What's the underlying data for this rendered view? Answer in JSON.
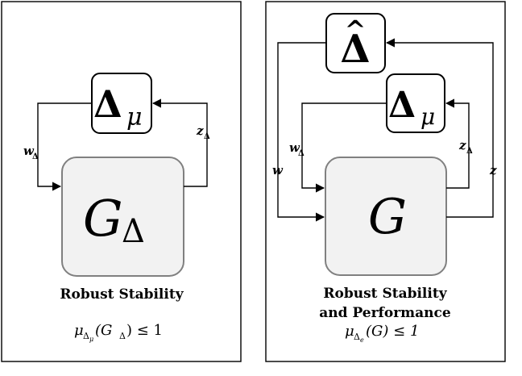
{
  "left_panel": {
    "caption": "Robust Stability",
    "uncertainty_block": {
      "symbol": "Δ",
      "subscript": "μ"
    },
    "plant_block": {
      "symbol": "G",
      "subscript": "Δ"
    },
    "signal_w": {
      "symbol": "w",
      "subscript": "Δ"
    },
    "signal_z": {
      "symbol": "z",
      "subscript": "Δ"
    },
    "condition": {
      "mu": "μ",
      "sub_delta": "Δ",
      "sub_sub": "μ",
      "argument": "(G",
      "arg_sub": "Δ",
      "rel": ") ≤ 1"
    }
  },
  "right_panel": {
    "caption_line1": "Robust Stability",
    "caption_line2": "and Performance",
    "performance_block": {
      "symbol": "Δ",
      "accent": "^"
    },
    "uncertainty_block": {
      "symbol": "Δ",
      "subscript": "μ"
    },
    "plant_block": {
      "symbol": "G"
    },
    "signal_w_delta": {
      "symbol": "w",
      "subscript": "Δ"
    },
    "signal_z_delta": {
      "symbol": "z",
      "subscript": "Δ"
    },
    "signal_w": {
      "symbol": "w"
    },
    "signal_z": {
      "symbol": "z"
    },
    "condition": {
      "mu": "μ",
      "sub_delta": "Δ",
      "sub_sub": "e",
      "rel": "(G) ≤ 1"
    }
  },
  "colors": {
    "line": "#000000",
    "block_fill_light": "#f2f2f2",
    "block_stroke_gray": "#808080",
    "background": "#ffffff"
  }
}
